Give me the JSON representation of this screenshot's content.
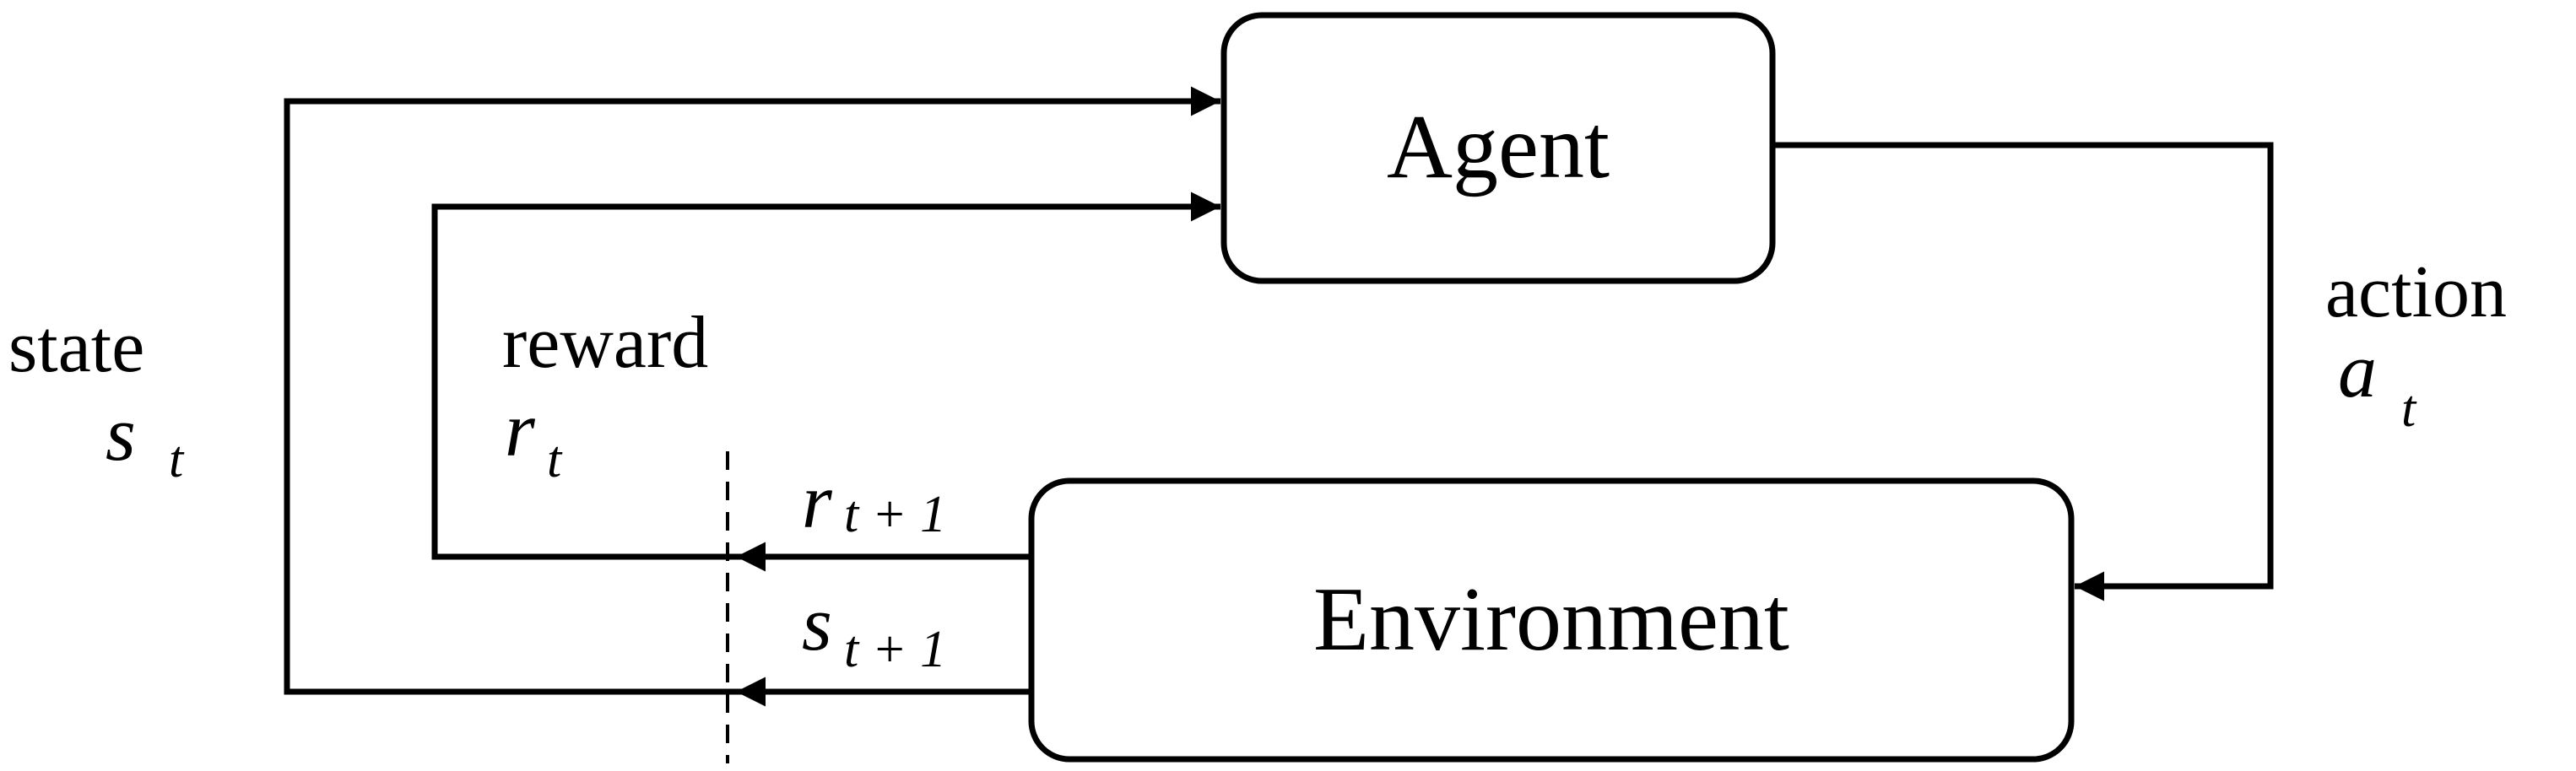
{
  "nodes": {
    "agent": {
      "label": "Agent"
    },
    "environment": {
      "label": "Environment"
    }
  },
  "labels": {
    "state": {
      "word": "state",
      "symbol": "s",
      "sub": "t"
    },
    "reward": {
      "word": "reward",
      "symbol": "r",
      "sub": "t"
    },
    "action": {
      "word": "action",
      "symbol": "a",
      "sub": "t"
    },
    "next_reward": {
      "symbol": "r",
      "sub": "t + 1"
    },
    "next_state": {
      "symbol": "s",
      "sub": "t + 1"
    }
  }
}
